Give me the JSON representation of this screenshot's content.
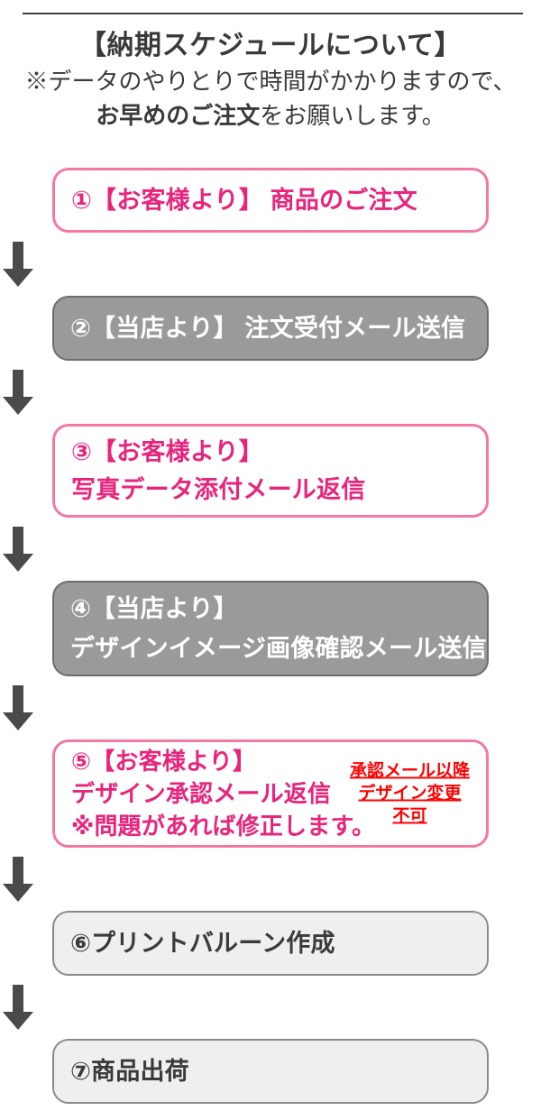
{
  "header": {
    "title": "【納期スケジュールについて】",
    "line2": "※データのやりとりで時間がかかりますので、",
    "line3_emphasis": "お早めのご注文",
    "line3_rest": "をお願いします。"
  },
  "flow": {
    "steps": [
      {
        "id": "step-1",
        "style": "pink",
        "lines": [
          "①【お客様より】 商品のご注文"
        ]
      },
      {
        "id": "step-2",
        "style": "gray",
        "lines": [
          "②【当店より】 注文受付メール送信"
        ]
      },
      {
        "id": "step-3",
        "style": "pink",
        "lines": [
          "③【お客様より】",
          "写真データ添付メール返信"
        ]
      },
      {
        "id": "step-4",
        "style": "gray",
        "lines": [
          "④【当店より】",
          "デザインイメージ画像確認メール送信"
        ]
      },
      {
        "id": "step-5",
        "style": "pink",
        "lines": [
          "⑤【お客様より】",
          "デザイン承認メール返信",
          "※問題があれば修正します。"
        ],
        "warning": [
          "承認メール以降",
          "デザイン変更",
          "不可"
        ]
      },
      {
        "id": "step-6",
        "style": "light",
        "lines": [
          "⑥プリントバルーン作成"
        ]
      },
      {
        "id": "step-7",
        "style": "light",
        "lines": [
          "⑦商品出荷"
        ]
      }
    ]
  },
  "colors": {
    "pink_border": "#f4789f",
    "pink_text": "#e8247c",
    "gray_fill": "#9a9a9a",
    "gray_border": "#6d6d6d",
    "light_fill": "#efefef",
    "light_border": "#8a8a8a",
    "warning_red": "#ff0000",
    "arrow_gray": "#4a4a4c",
    "rule_color": "#3f3f42"
  }
}
